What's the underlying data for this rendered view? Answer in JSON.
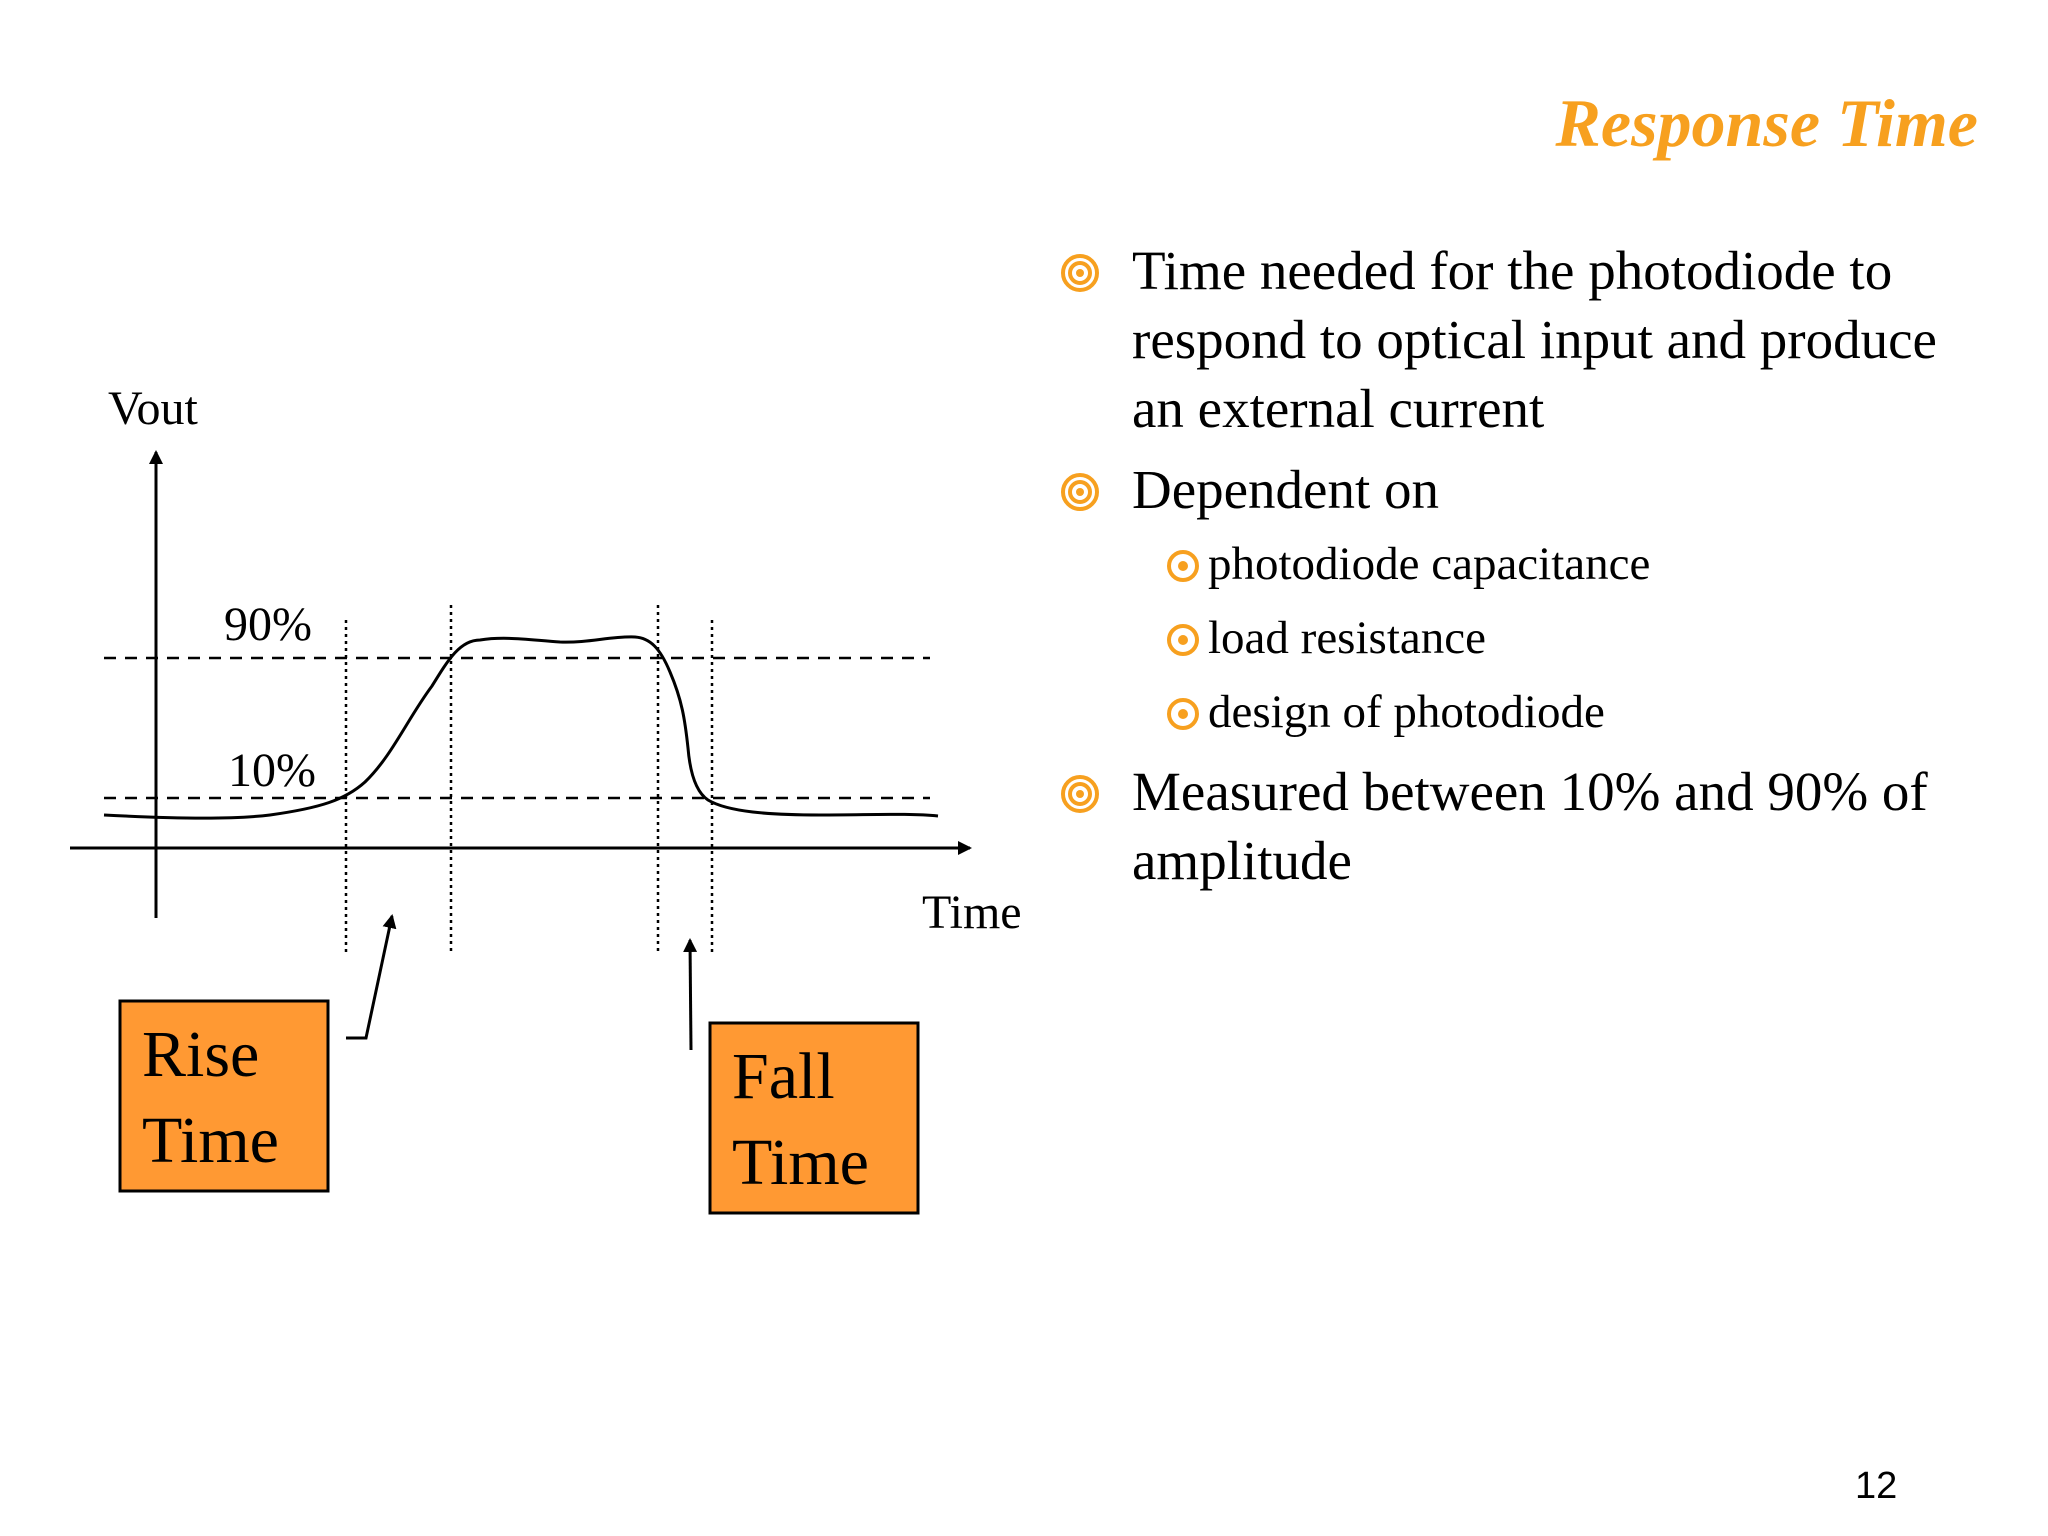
{
  "title": "Response Time",
  "bullets": [
    {
      "text": "Time needed for the photodiode to respond to optical input and produce an external current"
    },
    {
      "text": "Dependent on",
      "sub": [
        {
          "text": "photodiode capacitance"
        },
        {
          "text": "load resistance"
        },
        {
          "text": "design of photodiode"
        }
      ]
    },
    {
      "text": "Measured between 10% and 90% of amplitude"
    }
  ],
  "diagram": {
    "y_axis_label": "Vout",
    "x_axis_label": "Time",
    "level_high": "90%",
    "level_low": "10%",
    "rise_box": {
      "line1": "Rise",
      "line2": "Time"
    },
    "fall_box": {
      "line1": "Fall",
      "line2": "Time"
    }
  },
  "colors": {
    "accent": "#F7A01F",
    "box_fill": "#FF9933",
    "text": "#000000"
  },
  "icons": {
    "bullet": "bullseye-icon",
    "sub_bullet": "dot-circle-icon"
  },
  "page_number": "12"
}
